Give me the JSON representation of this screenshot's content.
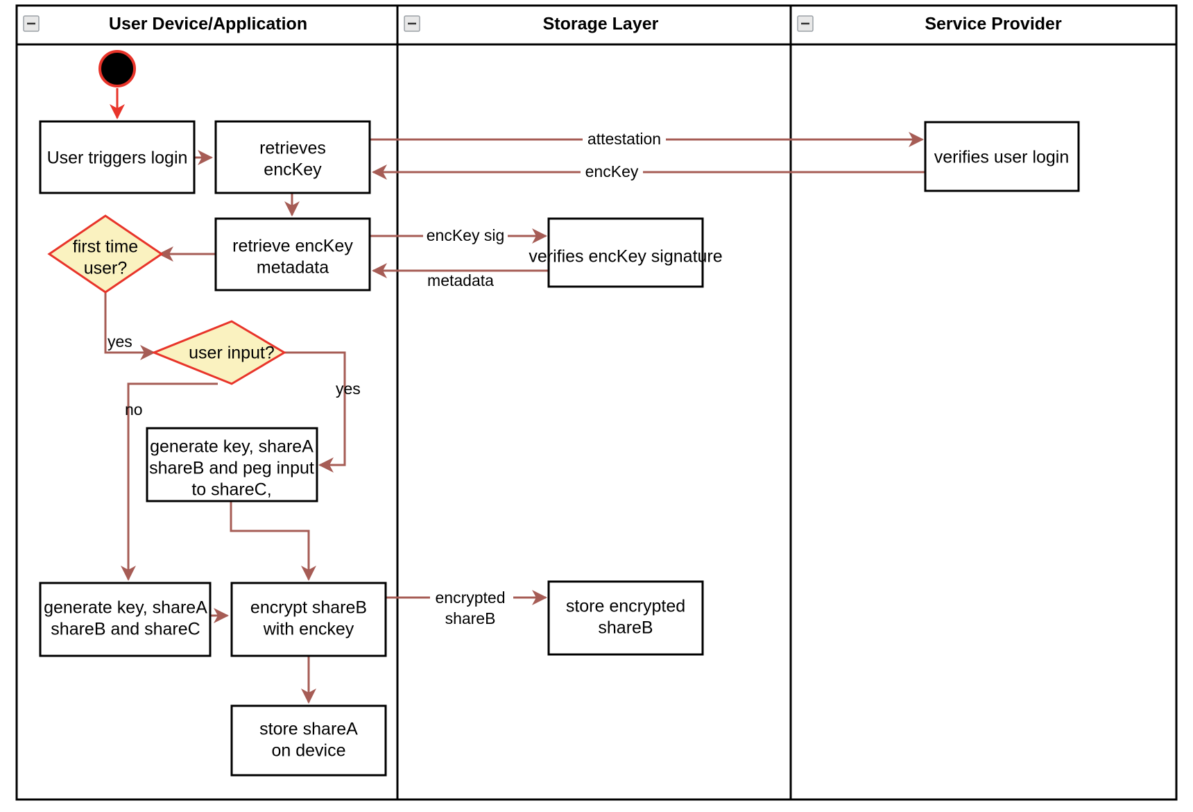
{
  "diagram": {
    "type": "uml-activity-swimlane",
    "title": "",
    "colors": {
      "flow_arrow": "#a65c55",
      "start_arrow": "#e8342a",
      "decision_fill": "#faf2c0",
      "decision_stroke": "#e8342a",
      "node_stroke": "#000000",
      "node_fill": "#ffffff",
      "lane_border": "#000000",
      "collapse_icon_fill": "#e8e8e8"
    },
    "lanes": [
      {
        "id": "lane-user-device",
        "label": "User Device/Application",
        "collapse_icon": "collapse-minus-icon"
      },
      {
        "id": "lane-storage",
        "label": "Storage Layer",
        "collapse_icon": "collapse-minus-icon"
      },
      {
        "id": "lane-service-provider",
        "label": "Service Provider",
        "collapse_icon": "collapse-minus-icon"
      }
    ],
    "nodes": [
      {
        "id": "start",
        "shape": "initial-node",
        "lane": "lane-user-device",
        "label": ""
      },
      {
        "id": "user-triggers-login",
        "shape": "action",
        "lane": "lane-user-device",
        "lines": [
          "User triggers login"
        ]
      },
      {
        "id": "retrieves-enckey",
        "shape": "action",
        "lane": "lane-user-device",
        "lines": [
          "retrieves",
          "encKey"
        ]
      },
      {
        "id": "retrieve-enckey-metadata",
        "shape": "action",
        "lane": "lane-user-device",
        "lines": [
          "retrieve encKey",
          "metadata"
        ]
      },
      {
        "id": "first-time-user",
        "shape": "decision",
        "lane": "lane-user-device",
        "lines": [
          "first time",
          "user?"
        ]
      },
      {
        "id": "user-input",
        "shape": "decision",
        "lane": "lane-user-device",
        "lines": [
          "user input?"
        ]
      },
      {
        "id": "generate-key-peg",
        "shape": "action",
        "lane": "lane-user-device",
        "lines": [
          "generate key, shareA",
          "shareB and peg input",
          "to shareC,"
        ]
      },
      {
        "id": "generate-key-shares",
        "shape": "action",
        "lane": "lane-user-device",
        "lines": [
          "generate key, shareA",
          "shareB and shareC"
        ]
      },
      {
        "id": "encrypt-shareb",
        "shape": "action",
        "lane": "lane-user-device",
        "lines": [
          "encrypt shareB",
          "with enckey"
        ]
      },
      {
        "id": "store-sharea",
        "shape": "action",
        "lane": "lane-user-device",
        "lines": [
          "store shareA",
          "on device"
        ]
      },
      {
        "id": "verifies-enckey-signature",
        "shape": "action",
        "lane": "lane-storage",
        "lines": [
          "verifies encKey signature"
        ]
      },
      {
        "id": "store-encrypted-shareb",
        "shape": "action",
        "lane": "lane-storage",
        "lines": [
          "store encrypted",
          "shareB"
        ]
      },
      {
        "id": "verifies-user-login",
        "shape": "action",
        "lane": "lane-service-provider",
        "lines": [
          "verifies user login"
        ]
      }
    ],
    "edges": [
      {
        "id": "e-start",
        "from": "start",
        "to": "user-triggers-login",
        "label": ""
      },
      {
        "id": "e-login-retrieve",
        "from": "user-triggers-login",
        "to": "retrieves-enckey",
        "label": ""
      },
      {
        "id": "e-attestation",
        "from": "retrieves-enckey",
        "to": "verifies-user-login",
        "label": "attestation"
      },
      {
        "id": "e-enckey-back",
        "from": "verifies-user-login",
        "to": "retrieves-enckey",
        "label": "encKey"
      },
      {
        "id": "e-retrieve-metadata",
        "from": "retrieves-enckey",
        "to": "retrieve-enckey-metadata",
        "label": ""
      },
      {
        "id": "e-enckey-sig",
        "from": "retrieve-enckey-metadata",
        "to": "verifies-enckey-signature",
        "label": "encKey sig"
      },
      {
        "id": "e-metadata-back",
        "from": "verifies-enckey-signature",
        "to": "retrieve-enckey-metadata",
        "label": "metadata"
      },
      {
        "id": "e-metadata-decision",
        "from": "retrieve-enckey-metadata",
        "to": "first-time-user",
        "label": ""
      },
      {
        "id": "e-firsttime-yes",
        "from": "first-time-user",
        "to": "user-input",
        "label": "yes"
      },
      {
        "id": "e-userinput-no",
        "from": "user-input",
        "to": "generate-key-shares",
        "label": "no"
      },
      {
        "id": "e-userinput-yes",
        "from": "user-input",
        "to": "generate-key-peg",
        "label": "yes"
      },
      {
        "id": "e-peg-encrypt",
        "from": "generate-key-peg",
        "to": "encrypt-shareb",
        "label": ""
      },
      {
        "id": "e-shares-encrypt",
        "from": "generate-key-shares",
        "to": "encrypt-shareb",
        "label": ""
      },
      {
        "id": "e-encrypted-shareb",
        "from": "encrypt-shareb",
        "to": "store-encrypted-shareb",
        "label": "encrypted shareB",
        "label_lines": [
          "encrypted",
          "shareB"
        ]
      },
      {
        "id": "e-store-sharea",
        "from": "encrypt-shareb",
        "to": "store-sharea",
        "label": ""
      }
    ]
  }
}
